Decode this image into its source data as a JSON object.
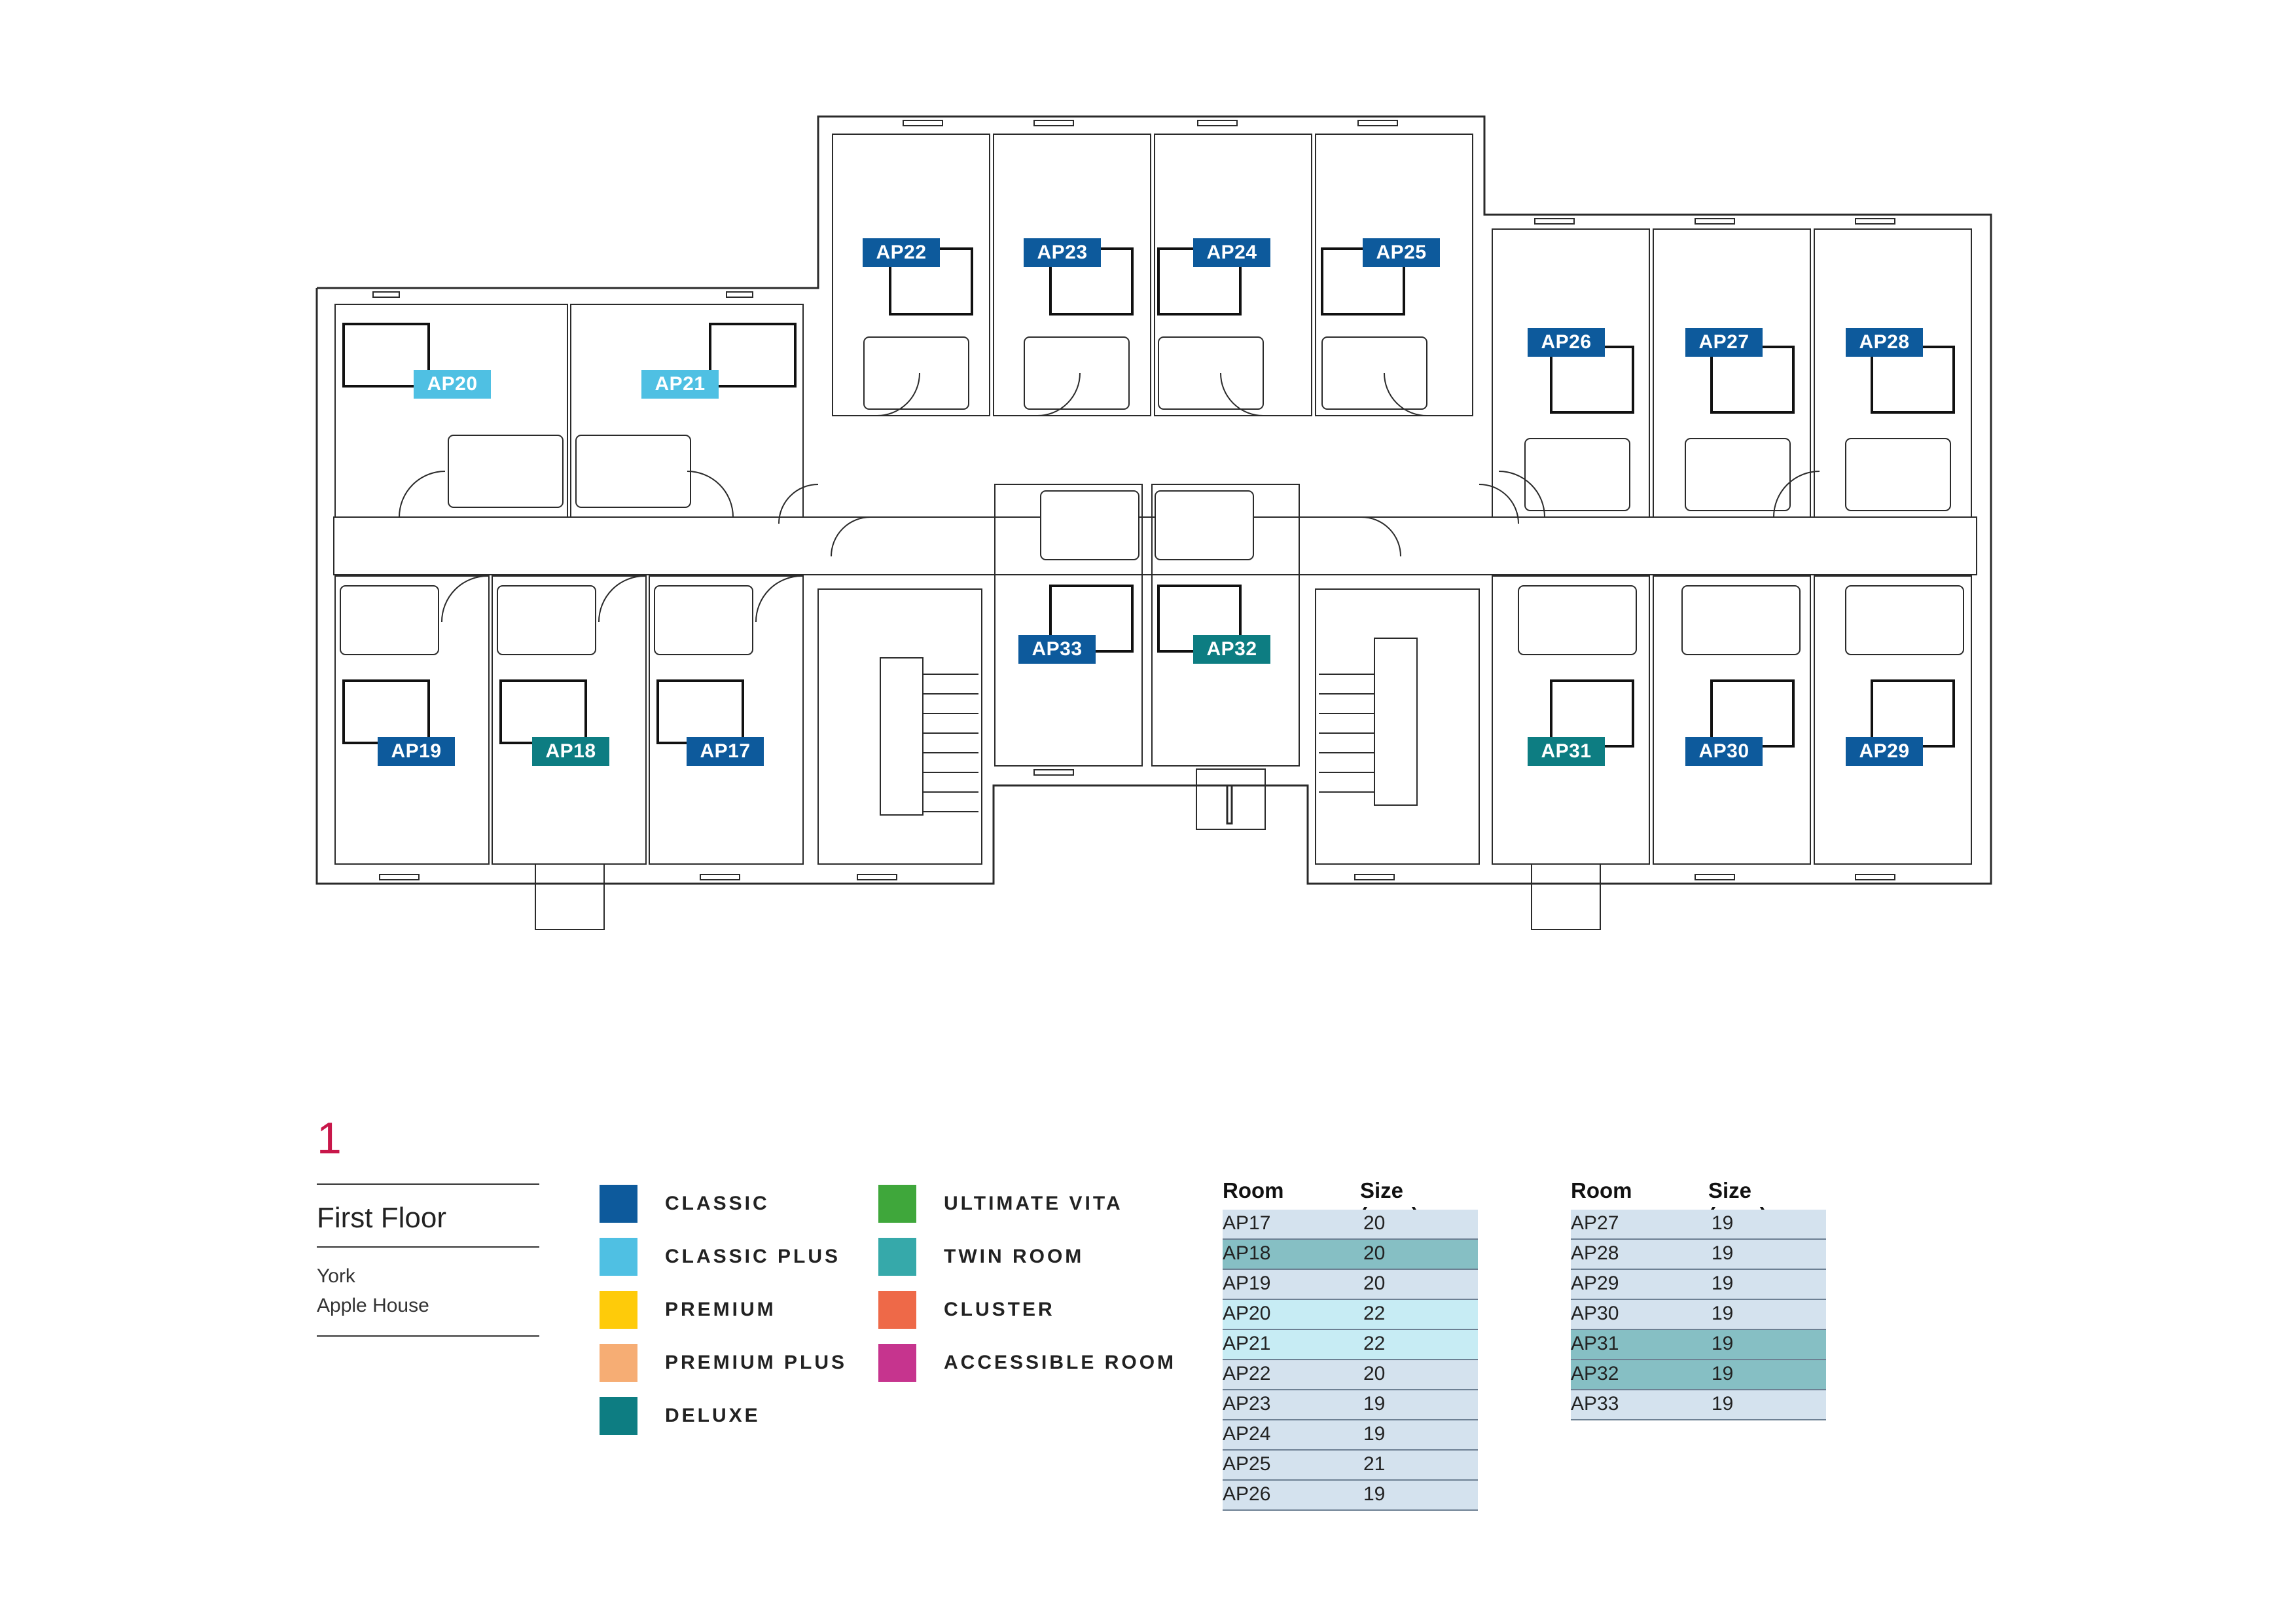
{
  "colors": {
    "classic": "#0d5a9c",
    "classic_plus": "#4fc0e3",
    "premium": "#fecb0a",
    "premium_plus": "#f6ad74",
    "deluxe": "#0d7d82",
    "ultimate_vita": "#3fa73b",
    "twin_room": "#36a9aa",
    "cluster": "#ee6948",
    "accessible_room": "#c6348e",
    "row_classic": "#d4e2ee",
    "row_classic_plus": "#c7ecf4",
    "row_deluxe": "#86bfc4",
    "floor_number": "#c8174a"
  },
  "rooms": [
    {
      "id": "AP20",
      "type": "classic_plus"
    },
    {
      "id": "AP21",
      "type": "classic_plus"
    },
    {
      "id": "AP22",
      "type": "classic"
    },
    {
      "id": "AP23",
      "type": "classic"
    },
    {
      "id": "AP24",
      "type": "classic"
    },
    {
      "id": "AP25",
      "type": "classic"
    },
    {
      "id": "AP26",
      "type": "classic"
    },
    {
      "id": "AP27",
      "type": "classic"
    },
    {
      "id": "AP28",
      "type": "classic"
    },
    {
      "id": "AP33",
      "type": "classic"
    },
    {
      "id": "AP32",
      "type": "deluxe"
    },
    {
      "id": "AP19",
      "type": "classic"
    },
    {
      "id": "AP18",
      "type": "deluxe"
    },
    {
      "id": "AP17",
      "type": "classic"
    },
    {
      "id": "AP31",
      "type": "deluxe"
    },
    {
      "id": "AP30",
      "type": "classic"
    },
    {
      "id": "AP29",
      "type": "classic"
    }
  ],
  "floor": {
    "number": "1",
    "name": "First Floor",
    "location_line1": "York",
    "location_line2": "Apple House"
  },
  "legend": [
    {
      "label": "CLASSIC",
      "color": "#0d5a9c"
    },
    {
      "label": "CLASSIC PLUS",
      "color": "#4fc0e3"
    },
    {
      "label": "PREMIUM",
      "color": "#fecb0a"
    },
    {
      "label": "PREMIUM PLUS",
      "color": "#f6ad74"
    },
    {
      "label": "DELUXE",
      "color": "#0d7d82"
    },
    {
      "label": "ULTIMATE VITA",
      "color": "#3fa73b"
    },
    {
      "label": "TWIN ROOM",
      "color": "#36a9aa"
    },
    {
      "label": "CLUSTER",
      "color": "#ee6948"
    },
    {
      "label": "ACCESSIBLE ROOM",
      "color": "#c6348e"
    }
  ],
  "tables": [
    {
      "header_room": "Room",
      "header_size": "Size (sqm)",
      "rows": [
        {
          "room": "AP17",
          "size": "20",
          "type": "classic"
        },
        {
          "room": "AP18",
          "size": "20",
          "type": "deluxe"
        },
        {
          "room": "AP19",
          "size": "20",
          "type": "classic"
        },
        {
          "room": "AP20",
          "size": "22",
          "type": "classic_plus"
        },
        {
          "room": "AP21",
          "size": "22",
          "type": "classic_plus"
        },
        {
          "room": "AP22",
          "size": "20",
          "type": "classic"
        },
        {
          "room": "AP23",
          "size": "19",
          "type": "classic"
        },
        {
          "room": "AP24",
          "size": "19",
          "type": "classic"
        },
        {
          "room": "AP25",
          "size": "21",
          "type": "classic"
        },
        {
          "room": "AP26",
          "size": "19",
          "type": "classic"
        }
      ]
    },
    {
      "header_room": "Room",
      "header_size": "Size (sqm)",
      "rows": [
        {
          "room": "AP27",
          "size": "19",
          "type": "classic"
        },
        {
          "room": "AP28",
          "size": "19",
          "type": "classic"
        },
        {
          "room": "AP29",
          "size": "19",
          "type": "classic"
        },
        {
          "room": "AP30",
          "size": "19",
          "type": "classic"
        },
        {
          "room": "AP31",
          "size": "19",
          "type": "deluxe"
        },
        {
          "room": "AP32",
          "size": "19",
          "type": "deluxe"
        },
        {
          "room": "AP33",
          "size": "19",
          "type": "classic"
        }
      ]
    }
  ]
}
